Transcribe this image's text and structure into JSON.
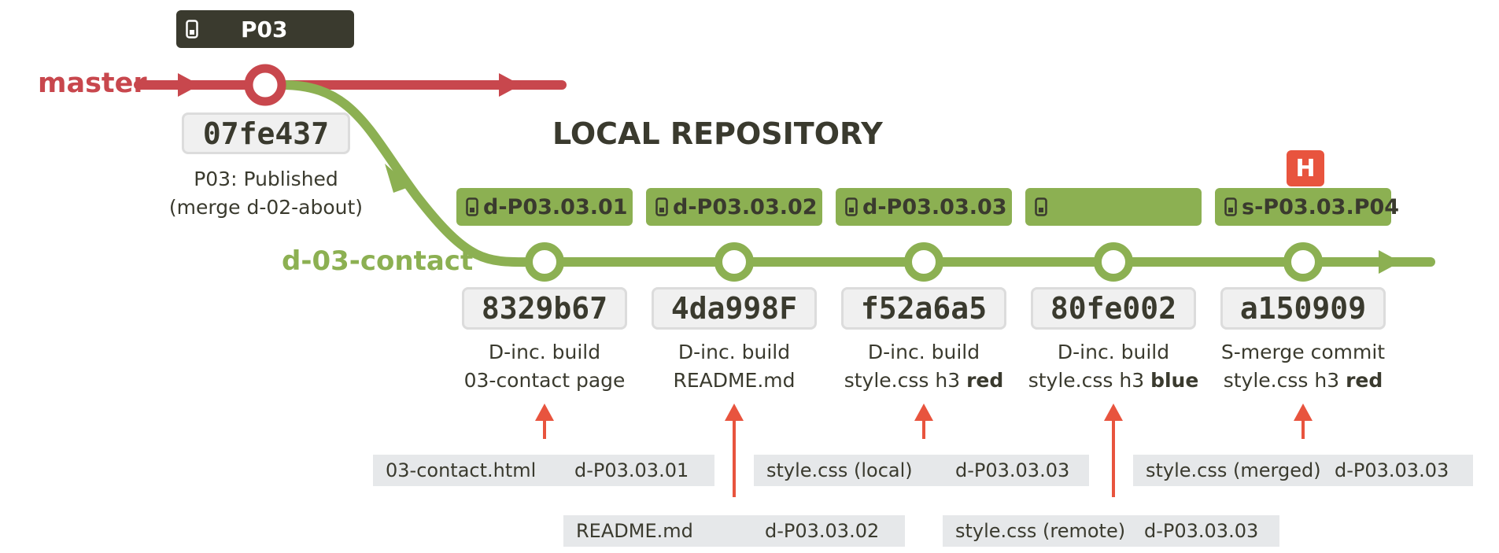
{
  "title": "LOCAL REPOSITORY",
  "colors": {
    "master": "#c8474d",
    "feature": "#8cb052",
    "tag_dark": "#3a3a2e",
    "arrow": "#e8543e",
    "file_box": "#e6e8ea"
  },
  "master": {
    "branch_label": "master",
    "tag_label": "P03",
    "commit": {
      "sha": "07fe437",
      "desc_line1": "P03: Published",
      "desc_line2": "(merge d-02-about)"
    }
  },
  "feature": {
    "branch_label": "d-03-contact",
    "head_label": "H",
    "commits": [
      {
        "sha": "8329b67",
        "tag": "d-P03.03.01",
        "desc_line1": "D-inc. build",
        "desc_line2": "03-contact page",
        "desc_line2_bold": "",
        "file": {
          "name": "03-contact.html",
          "tag": "d-P03.03.01",
          "row": "upper"
        }
      },
      {
        "sha": "4da998F",
        "tag": "d-P03.03.02",
        "desc_line1": "D-inc. build",
        "desc_line2": "README.md",
        "desc_line2_bold": "",
        "file": {
          "name": "README.md",
          "tag": "d-P03.03.02",
          "row": "lower"
        }
      },
      {
        "sha": "f52a6a5",
        "tag": "d-P03.03.03",
        "desc_line1": "D-inc. build",
        "desc_line2": "style.css h3 ",
        "desc_line2_bold": "red",
        "file": {
          "name": "style.css (local)",
          "tag": "d-P03.03.03",
          "row": "upper"
        }
      },
      {
        "sha": "80fe002",
        "tag": "",
        "desc_line1": "D-inc. build",
        "desc_line2": "style.css h3 ",
        "desc_line2_bold": "blue",
        "file": {
          "name": "style.css (remote)",
          "tag": "d-P03.03.03",
          "row": "lower"
        }
      },
      {
        "sha": "a150909",
        "tag": "s-P03.03.P04",
        "desc_line1": "S-merge commit",
        "desc_line2": "style.css h3 ",
        "desc_line2_bold": "red",
        "file": {
          "name": "style.css (merged)",
          "tag": "d-P03.03.03",
          "row": "upper"
        }
      }
    ]
  },
  "icons": {
    "tag": "lock-tag-icon",
    "arrowhead": "arrowhead-icon",
    "head": "head-badge"
  }
}
